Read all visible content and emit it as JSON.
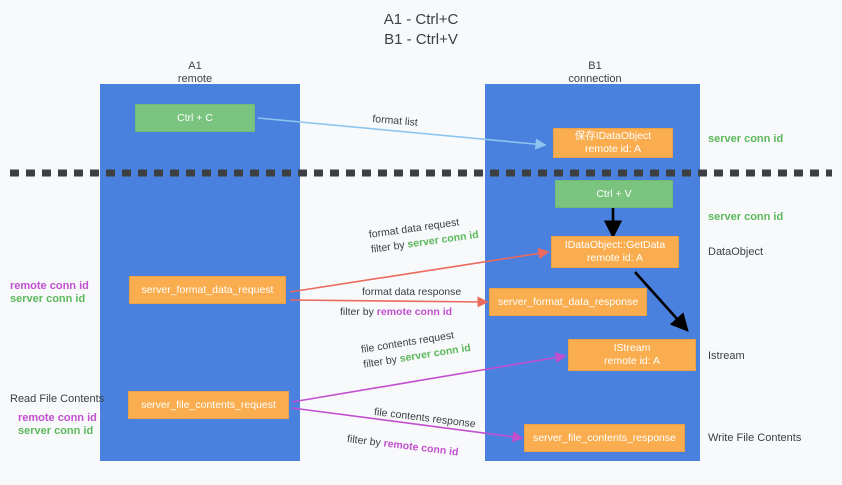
{
  "title": {
    "line1": "A1 - Ctrl+C",
    "line2": "B1 - Ctrl+V"
  },
  "columns": [
    {
      "name": "A1",
      "sub": "remote"
    },
    {
      "name": "B1",
      "sub": "connection"
    }
  ],
  "nodes": [
    {
      "id": "ctrl-c",
      "line1": "Ctrl + C",
      "line2": ""
    },
    {
      "id": "save-idataobject",
      "line1": "保存IDataObject",
      "line2": "remote id: A"
    },
    {
      "id": "ctrl-v",
      "line1": "Ctrl + V",
      "line2": ""
    },
    {
      "id": "getdata",
      "line1": "IDataObject::GetData",
      "line2": "remote id: A"
    },
    {
      "id": "server-format-data-request",
      "line1": "server_format_data_request",
      "line2": ""
    },
    {
      "id": "server-format-data-response",
      "line1": "server_format_data_response",
      "line2": ""
    },
    {
      "id": "istream",
      "line1": "IStream",
      "line2": "remote id: A"
    },
    {
      "id": "server-file-contents-request",
      "line1": "server_file_contents_request",
      "line2": ""
    },
    {
      "id": "server-file-contents-response",
      "line1": "server_file_contents_response",
      "line2": ""
    }
  ],
  "right_labels": {
    "server_conn_id_top": "server conn id",
    "server_conn_id_mid": "server conn id",
    "dataobject": "DataObject",
    "istream": "Istream",
    "write_file_contents": "Write File Contents"
  },
  "left_labels": {
    "remote_conn_id_1": "remote conn id",
    "server_conn_id_1": "server conn id",
    "read_file_contents": "Read File Contents",
    "remote_conn_id_2": "remote conn id",
    "server_conn_id_2": "server conn id"
  },
  "edges": {
    "format_list": "format list",
    "format_data_request": "format data request",
    "format_data_request_filter_prefix": "filter by ",
    "format_data_request_filter_token": "server conn id",
    "format_data_response": "format data response",
    "format_data_response_filter_prefix": "filter by ",
    "format_data_response_filter_token": "remote conn id",
    "file_contents_request": "file contents request",
    "file_contents_request_filter_prefix": "filter by ",
    "file_contents_request_filter_token": "server conn id",
    "file_contents_response": "file contents response",
    "file_contents_response_filter_prefix": "filter by ",
    "file_contents_response_filter_token": "remote conn id"
  },
  "colors": {
    "lane": "#4a80de",
    "green_box": "#7ac47f",
    "orange_box": "#f9ad4e",
    "arrow_lightblue": "#8ec5ef",
    "arrow_red": "#ea6a5e",
    "arrow_magenta": "#c14fd0",
    "arrow_black": "#000000",
    "token_green": "#5cb85c",
    "token_purple": "#c14fd0",
    "background": "#f8f9fa"
  }
}
